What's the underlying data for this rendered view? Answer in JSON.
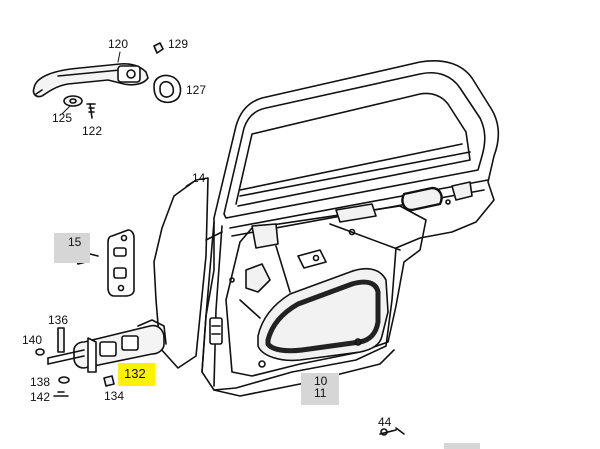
{
  "labels": {
    "l120": "120",
    "l129": "129",
    "l127": "127",
    "l125": "125",
    "l122": "122",
    "l14": "14",
    "l15": "15",
    "l136": "136",
    "l140": "140",
    "l132": "132",
    "l138": "138",
    "l142": "142",
    "l134": "134",
    "l10": "10",
    "l11": "11",
    "l44": "44"
  },
  "highlights": {
    "selected_part": "132",
    "selected_color": "#fff200",
    "marker_color": "#d6d6d6"
  }
}
